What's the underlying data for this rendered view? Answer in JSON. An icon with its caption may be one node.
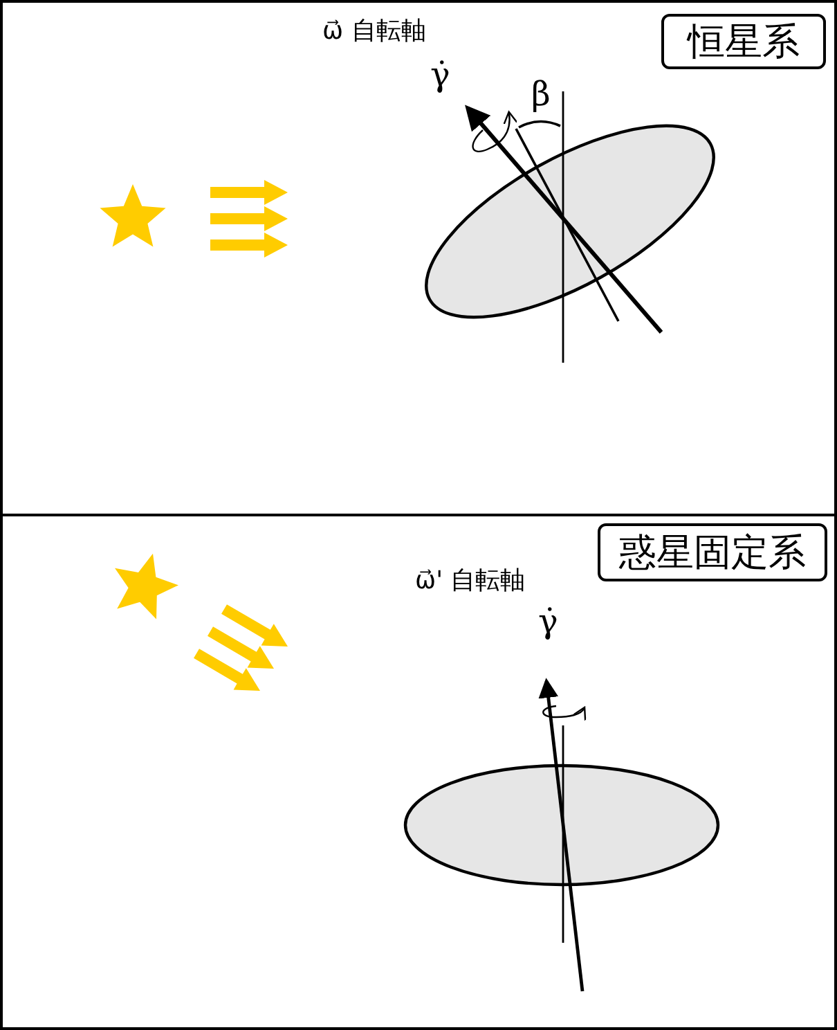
{
  "diagram": {
    "nodes": [
      {
        "text": [
          "恒星系"
        ]
      },
      {
        "text": [
          "惑星固定系"
        ]
      }
    ],
    "labels": [
      "ω⃗ 自転軸",
      "γ̇",
      "β",
      "ω⃗' 自転軸",
      "γ̇"
    ]
  }
}
